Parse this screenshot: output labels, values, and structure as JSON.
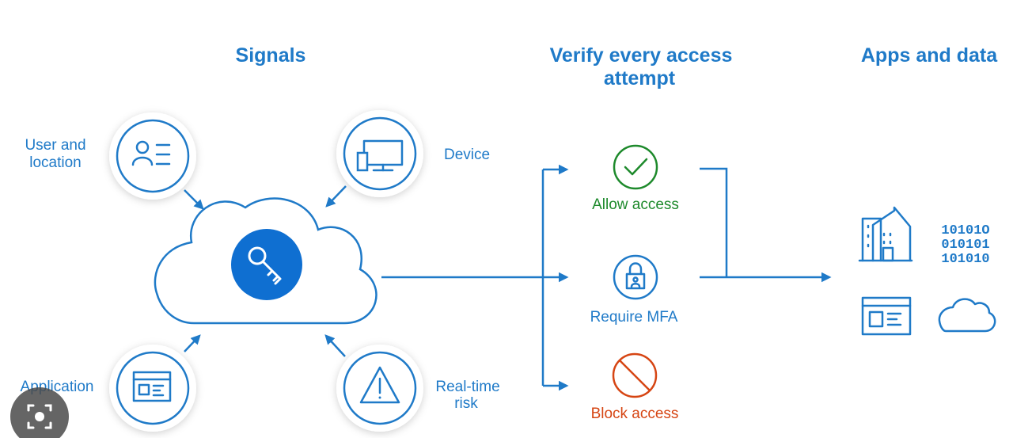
{
  "headings": {
    "signals": "Signals",
    "verify_line1": "Verify every access",
    "verify_line2": "attempt",
    "apps": "Apps and data"
  },
  "signals": {
    "user_line1": "User and",
    "user_line2": "location",
    "device": "Device",
    "application": "Application",
    "risk_line1": "Real-time",
    "risk_line2": "risk"
  },
  "outcomes": {
    "allow": "Allow access",
    "mfa": "Require MFA",
    "block": "Block access"
  },
  "binary": {
    "row1": "10101O",
    "row2": "010101",
    "row3": "101010"
  },
  "colors": {
    "accent": "#1f7ac8",
    "allow": "#1e8a2c",
    "block": "#d64513",
    "key_circle": "#0f6fd1"
  }
}
